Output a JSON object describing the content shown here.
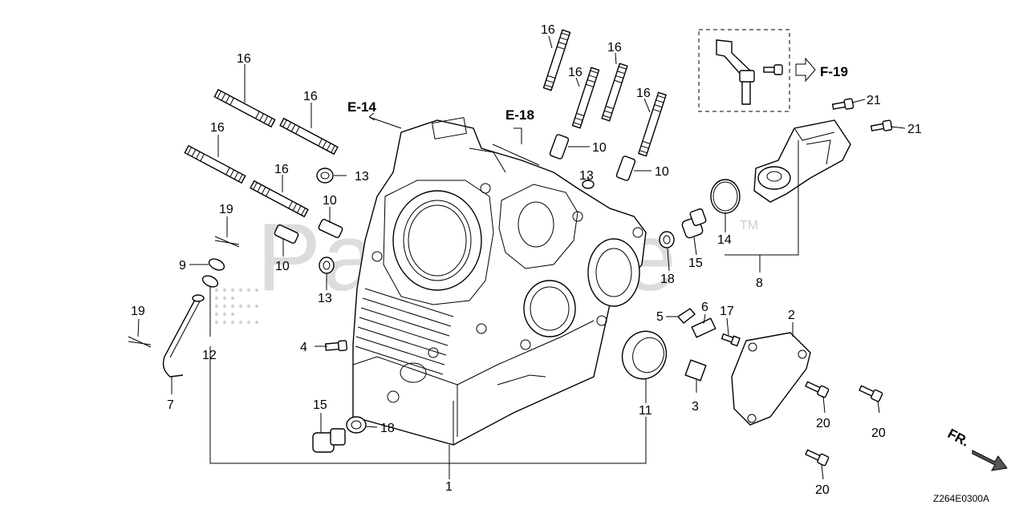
{
  "diagram": {
    "watermark": "PartStree",
    "watermark_tm": "TM",
    "drawing_code": "Z264E0300A",
    "front_label": "FR.",
    "refs": {
      "e14": "E-14",
      "e18": "E-18",
      "f19": "F-19"
    },
    "callouts": {
      "c1": "1",
      "c2": "2",
      "c3": "3",
      "c4": "4",
      "c5": "5",
      "c6": "6",
      "c7": "7",
      "c8": "8",
      "c9": "9",
      "c11": "11",
      "c12": "12",
      "c14": "14",
      "c17": "17",
      "c10a": "10",
      "c10b": "10",
      "c10c": "10",
      "c10d": "10",
      "c13a": "13",
      "c13b": "13",
      "c13c": "13",
      "c15a": "15",
      "c15b": "15",
      "c16a": "16",
      "c16b": "16",
      "c16c": "16",
      "c16d": "16",
      "c16e": "16",
      "c16f": "16",
      "c16g": "16",
      "c18a": "18",
      "c18b": "18",
      "c19a": "19",
      "c19b": "19",
      "c20a": "20",
      "c20b": "20",
      "c20c": "20",
      "c21a": "21",
      "c21b": "21"
    }
  }
}
